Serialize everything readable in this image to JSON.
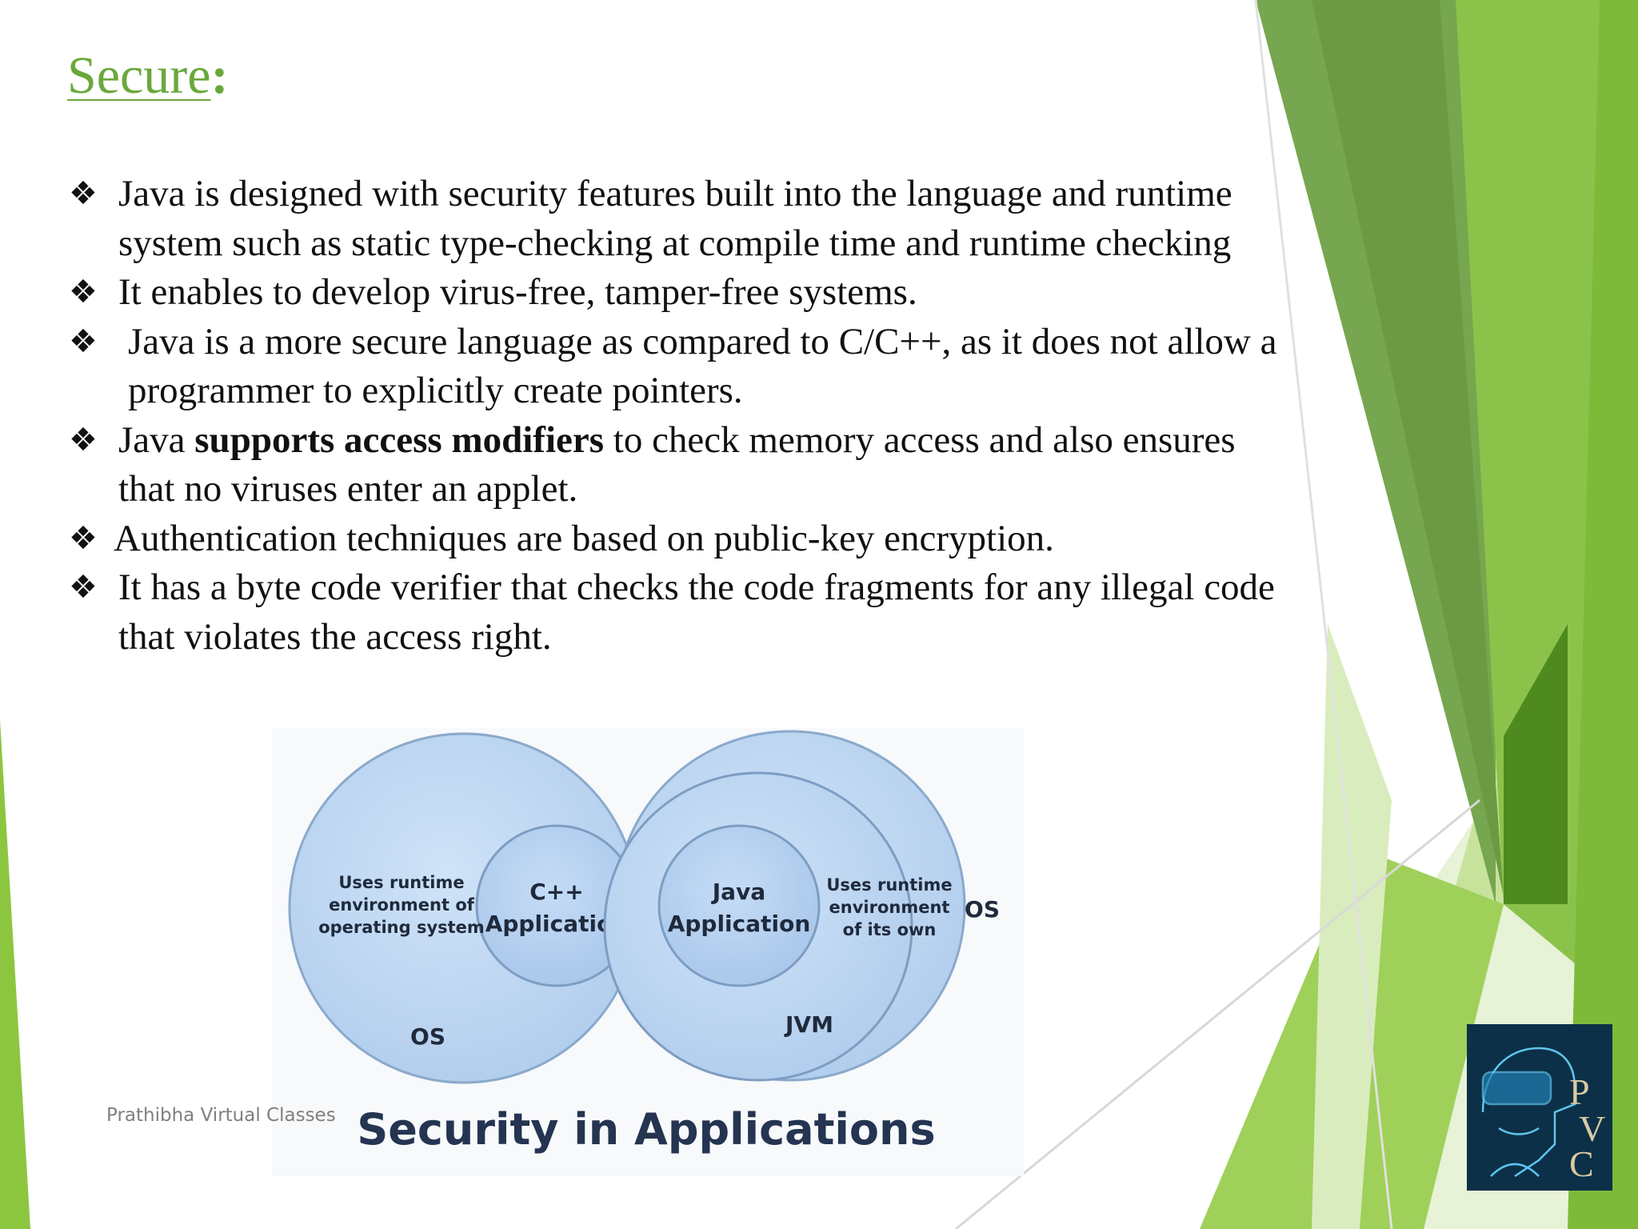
{
  "slide": {
    "title": "Secure",
    "title_colon": ":"
  },
  "bullets": [
    {
      "marker": "❖",
      "text": "Java is designed with security features built into the language and runtime system such as static type-checking at compile time and runtime checking"
    },
    {
      "marker": "❖",
      "text": "It enables to develop virus-free, tamper-free systems."
    },
    {
      "marker": "❖",
      "text": " Java is a more secure language as compared to C/C++, as it does not allow a programmer to explicitly create pointers."
    },
    {
      "marker": "❖",
      "before": "Java ",
      "bold": "supports access modifiers",
      "after": " to check memory access and also ensures that no viruses enter an applet."
    },
    {
      "marker": "❖",
      "text": "Authentication techniques are based on public-key encryption."
    },
    {
      "marker": "❖",
      "text": "It has a byte code verifier that checks the code fragments for any illegal code that violates the access right."
    }
  ],
  "diagram": {
    "caption": "Security in Applications",
    "left": {
      "desc_line1": "Uses runtime",
      "desc_line2": "environment of",
      "desc_line3": "operating system",
      "inner_line1": "C++",
      "inner_line2": "Application",
      "outer": "OS"
    },
    "right": {
      "inner_line1": "Java",
      "inner_line2": "Application",
      "desc_line1": "Uses runtime",
      "desc_line2": "environment",
      "desc_line3": "of its own",
      "middle": "JVM",
      "outer": "OS"
    }
  },
  "footer": {
    "text": "Prathibha Virtual Classes"
  },
  "logo": {
    "letters": [
      "P",
      "V",
      "C"
    ]
  },
  "colors": {
    "accent_green": "#6aa83c",
    "light_green": "#8cc63f",
    "dark_green": "#4f8a1e",
    "circle_blue": "#b9d6f3",
    "circle_stroke": "#7a9cc0",
    "caption_navy": "#243451"
  }
}
